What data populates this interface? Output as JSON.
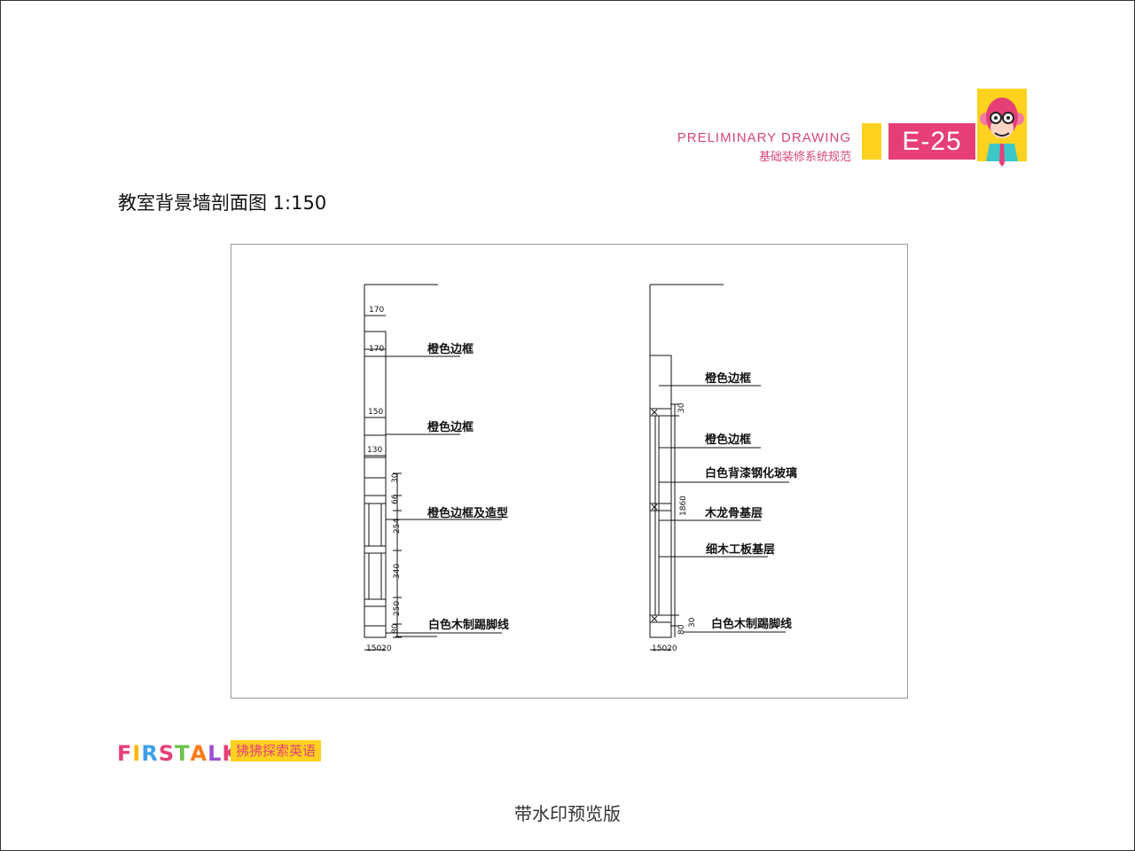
{
  "header": {
    "subtitle_en": "PRELIMINARY DRAWING",
    "subtitle_cn": "基础装修系统规范",
    "sheet_code": "E-25",
    "brand_yellow": "#ffd21f",
    "brand_pink": "#e63f77",
    "mascot_icon": "monkey-mascot-icon"
  },
  "title": "教室背景墙剖面图 1:150",
  "left_section": {
    "dims": {
      "top_170": "170",
      "d170": "170",
      "d150": "150",
      "d130": "130",
      "d30": "30",
      "d66": "66",
      "d254": "254",
      "d340": "340",
      "d250": "250",
      "d80": "80",
      "bottom": "15020"
    },
    "callouts": [
      "橙色边框",
      "橙色边框",
      "橙色边框及造型",
      "白色木制踢脚线"
    ]
  },
  "right_section": {
    "dims": {
      "d30": "30",
      "d1860": "1860",
      "d80": "80",
      "d30b": "30",
      "bottom": "15020"
    },
    "callouts": [
      "橙色边框",
      "橙色边框",
      "白色背漆钢化玻璃",
      "木龙骨基层",
      "细木工板基层",
      "白色木制踢脚线"
    ]
  },
  "footer": {
    "logo_letters": [
      "F",
      "I",
      "R",
      "S",
      "T",
      "A",
      "L",
      "K"
    ],
    "logo_colors": [
      "#e63f77",
      "#ffb400",
      "#3ea0e6",
      "#e63f77",
      "#6ac24a",
      "#ff7a1a",
      "#9a4fd0",
      "#e63f77"
    ],
    "brand_cn": "狒狒探索英语"
  },
  "watermark": "带水印预览版"
}
